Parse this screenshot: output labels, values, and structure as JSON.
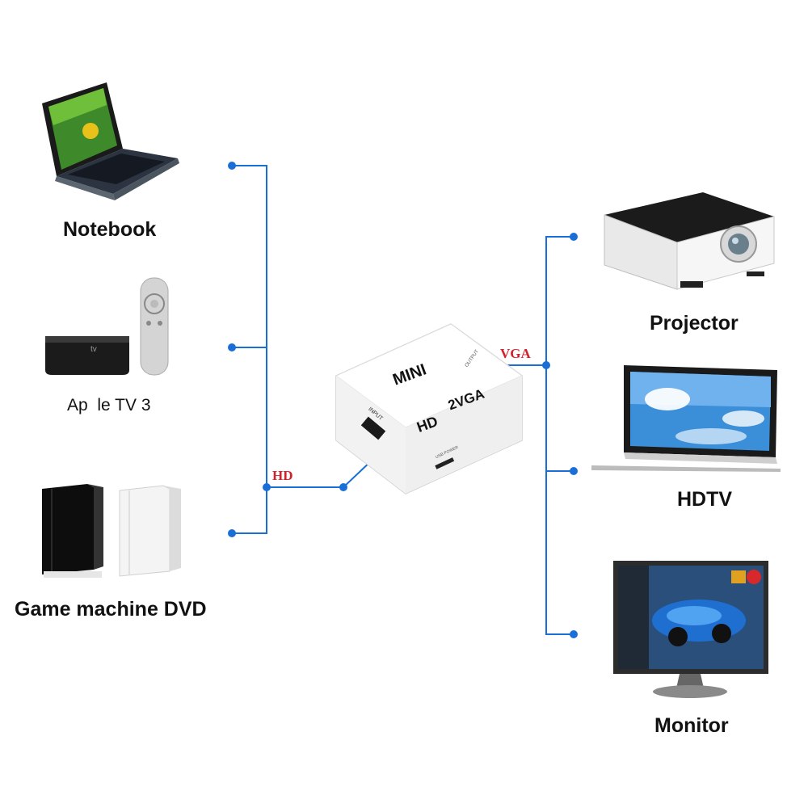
{
  "diagram": {
    "input_signal_label": "HD",
    "output_signal_label": "VGA",
    "wire_color": "#1a6fd6",
    "signal_color": "#d4202a",
    "converter": {
      "brand": "MINI",
      "title_hd": "HD",
      "title_vga": "2VGA",
      "port_input": "INPUT",
      "port_output": "OUTPUT",
      "port_power": "USB POWER"
    },
    "inputs": [
      {
        "label": "Notebook",
        "icon": "laptop-icon"
      },
      {
        "label": "Ap  le TV 3",
        "icon": "apple-tv-icon"
      },
      {
        "label": "Game machine DVD",
        "icon": "game-console-icon"
      }
    ],
    "outputs": [
      {
        "label": "Projector",
        "icon": "projector-icon"
      },
      {
        "label": "HDTV",
        "icon": "hdtv-icon"
      },
      {
        "label": "Monitor",
        "icon": "monitor-icon"
      }
    ]
  }
}
